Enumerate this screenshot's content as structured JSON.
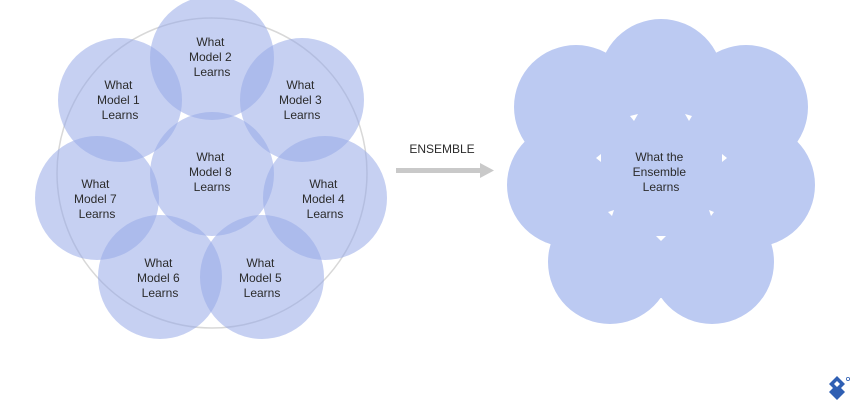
{
  "diagram": {
    "colors": {
      "fill": "#97a9e8",
      "result_fill": "#bccaf2",
      "text": "#2b2b2b",
      "arrow": "#c9c9c9",
      "guide": "#d8d8d8",
      "logo": "#2f5fb3"
    },
    "models": [
      {
        "id": 2,
        "line1": "What",
        "line2": "Model 2",
        "line3": "Learns"
      },
      {
        "id": 1,
        "line1": "What",
        "line2": "Model 1",
        "line3": "Learns"
      },
      {
        "id": 3,
        "line1": "What",
        "line2": "Model 3",
        "line3": "Learns"
      },
      {
        "id": 8,
        "line1": "What",
        "line2": "Model 8",
        "line3": "Learns"
      },
      {
        "id": 7,
        "line1": "What",
        "line2": "Model 7",
        "line3": "Learns"
      },
      {
        "id": 4,
        "line1": "What",
        "line2": "Model 4",
        "line3": "Learns"
      },
      {
        "id": 6,
        "line1": "What",
        "line2": "Model 6",
        "line3": "Learns"
      },
      {
        "id": 5,
        "line1": "What",
        "line2": "Model 5",
        "line3": "Learns"
      }
    ],
    "arrow_label": "ENSEMBLE",
    "result": {
      "line1": "What the",
      "line2": "Ensemble",
      "line3": "Learns"
    },
    "logo_icon": "toptal-logo-icon"
  }
}
